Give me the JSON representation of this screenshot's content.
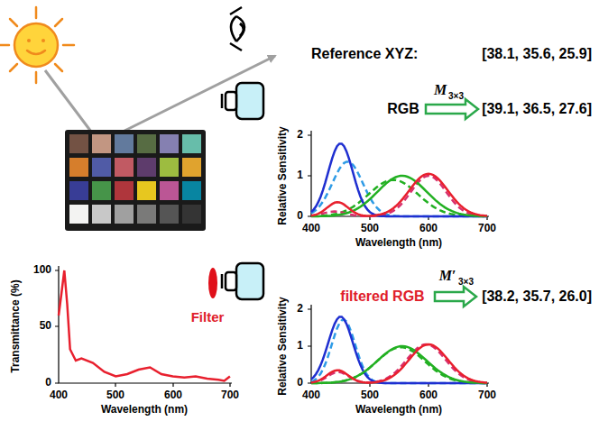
{
  "diagram": {
    "labels": [
      "Reference XYZ:",
      "[38.1, 35.6, 25.9]",
      "RGB",
      "M",
      "3×3",
      "[39.1, 36.5, 27.6]",
      "2",
      "1",
      "0",
      "400",
      "500",
      "600",
      "700",
      "Relative Sensitivity",
      "Wavelength (nm)",
      "filtered RGB",
      "M′",
      "3×3",
      "[38.2, 35.7, 26.0]",
      "2",
      "1",
      "0",
      "400",
      "500",
      "600",
      "700",
      "Relative Sensitivity",
      "Wavelength (nm)",
      "Filter",
      "100",
      "50",
      "0",
      "400",
      "500",
      "600",
      "700",
      "Transmittance (%)",
      "Wavelength (nm)"
    ]
  }
}
